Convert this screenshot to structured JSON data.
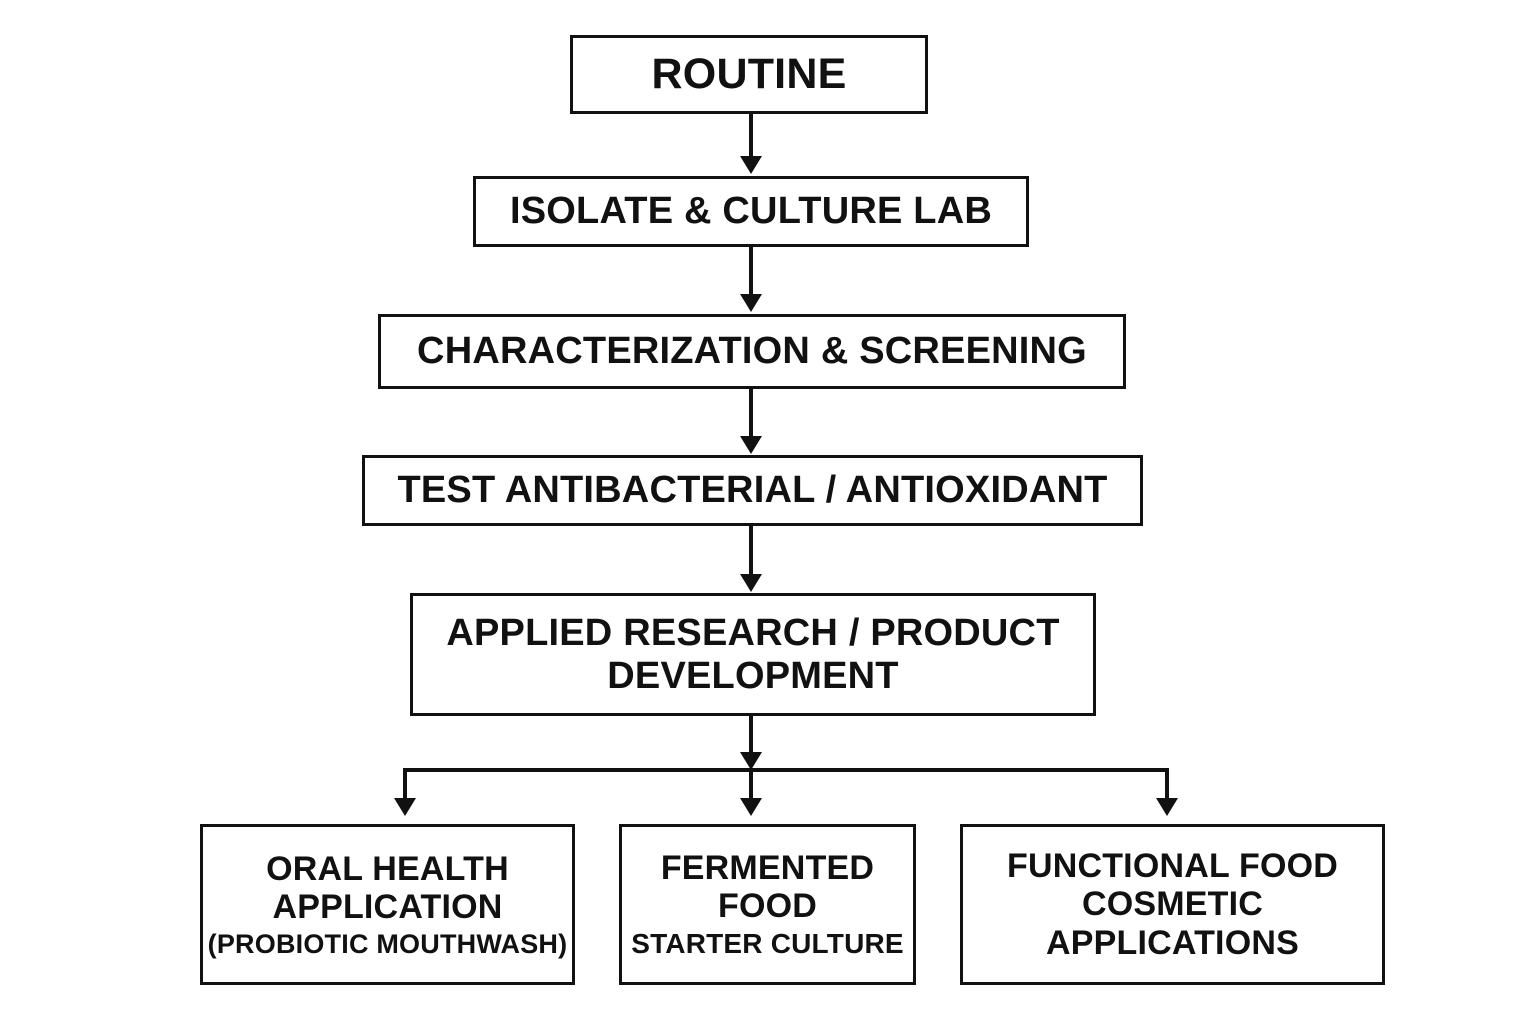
{
  "diagram": {
    "title": "Research workflow flowchart",
    "background_color": "#ffffff",
    "stroke_color": "#111111",
    "nodes": [
      {
        "id": "routine",
        "lines": [
          "ROUTINE"
        ]
      },
      {
        "id": "isolate",
        "lines": [
          "ISOLATE & CULTURE LAB"
        ]
      },
      {
        "id": "characterization",
        "lines": [
          "CHARACTERIZATION & SCREENING"
        ]
      },
      {
        "id": "test",
        "lines": [
          "TEST ANTIBACTERIAL / ANTIOXIDANT"
        ]
      },
      {
        "id": "applied",
        "lines": [
          "APPLIED RESEARCH / PRODUCT",
          "DEVELOPMENT"
        ]
      },
      {
        "id": "oral",
        "lines": [
          "ORAL HEALTH",
          "APPLICATION",
          "(PROBIOTIC MOUTHWASH)"
        ]
      },
      {
        "id": "fermented",
        "lines": [
          "FERMENTED",
          "FOOD",
          "STARTER CULTURE"
        ]
      },
      {
        "id": "functional",
        "lines": [
          "FUNCTIONAL FOOD",
          "COSMETIC",
          "APPLICATIONS"
        ]
      }
    ],
    "text": {
      "routine": {
        "line1": "ROUTINE"
      },
      "isolate": {
        "line1": "ISOLATE & CULTURE LAB"
      },
      "characterization": {
        "line1": "CHARACTERIZATION & SCREENING"
      },
      "test": {
        "line1": "TEST ANTIBACTERIAL / ANTIOXIDANT"
      },
      "applied": {
        "line1": "APPLIED RESEARCH / PRODUCT",
        "line2": "DEVELOPMENT"
      },
      "oral": {
        "line1": "ORAL HEALTH",
        "line2": "APPLICATION",
        "line3": "(PROBIOTIC MOUTHWASH)"
      },
      "fermented": {
        "line1": "FERMENTED",
        "line2": "FOOD",
        "line3": "STARTER CULTURE"
      },
      "functional": {
        "line1": "FUNCTIONAL FOOD",
        "line2": "COSMETIC",
        "line3": "APPLICATIONS"
      }
    },
    "edges": [
      {
        "id": "routine-to-isolate",
        "from": "routine",
        "to": "isolate",
        "type": "arrow-down"
      },
      {
        "id": "isolate-to-characterization",
        "from": "isolate",
        "to": "characterization",
        "type": "arrow-down"
      },
      {
        "id": "characterization-to-test",
        "from": "characterization",
        "to": "test",
        "type": "arrow-down"
      },
      {
        "id": "test-to-applied",
        "from": "test",
        "to": "applied",
        "type": "arrow-down"
      },
      {
        "id": "applied-to-split",
        "from": "applied",
        "to": "split-bar",
        "type": "arrow-down"
      },
      {
        "id": "split-to-oral",
        "from": "split-bar",
        "to": "oral",
        "type": "arrow-down"
      },
      {
        "id": "split-to-fermented",
        "from": "split-bar",
        "to": "fermented",
        "type": "arrow-down"
      },
      {
        "id": "split-to-functional",
        "from": "split-bar",
        "to": "functional",
        "type": "arrow-down"
      }
    ]
  }
}
